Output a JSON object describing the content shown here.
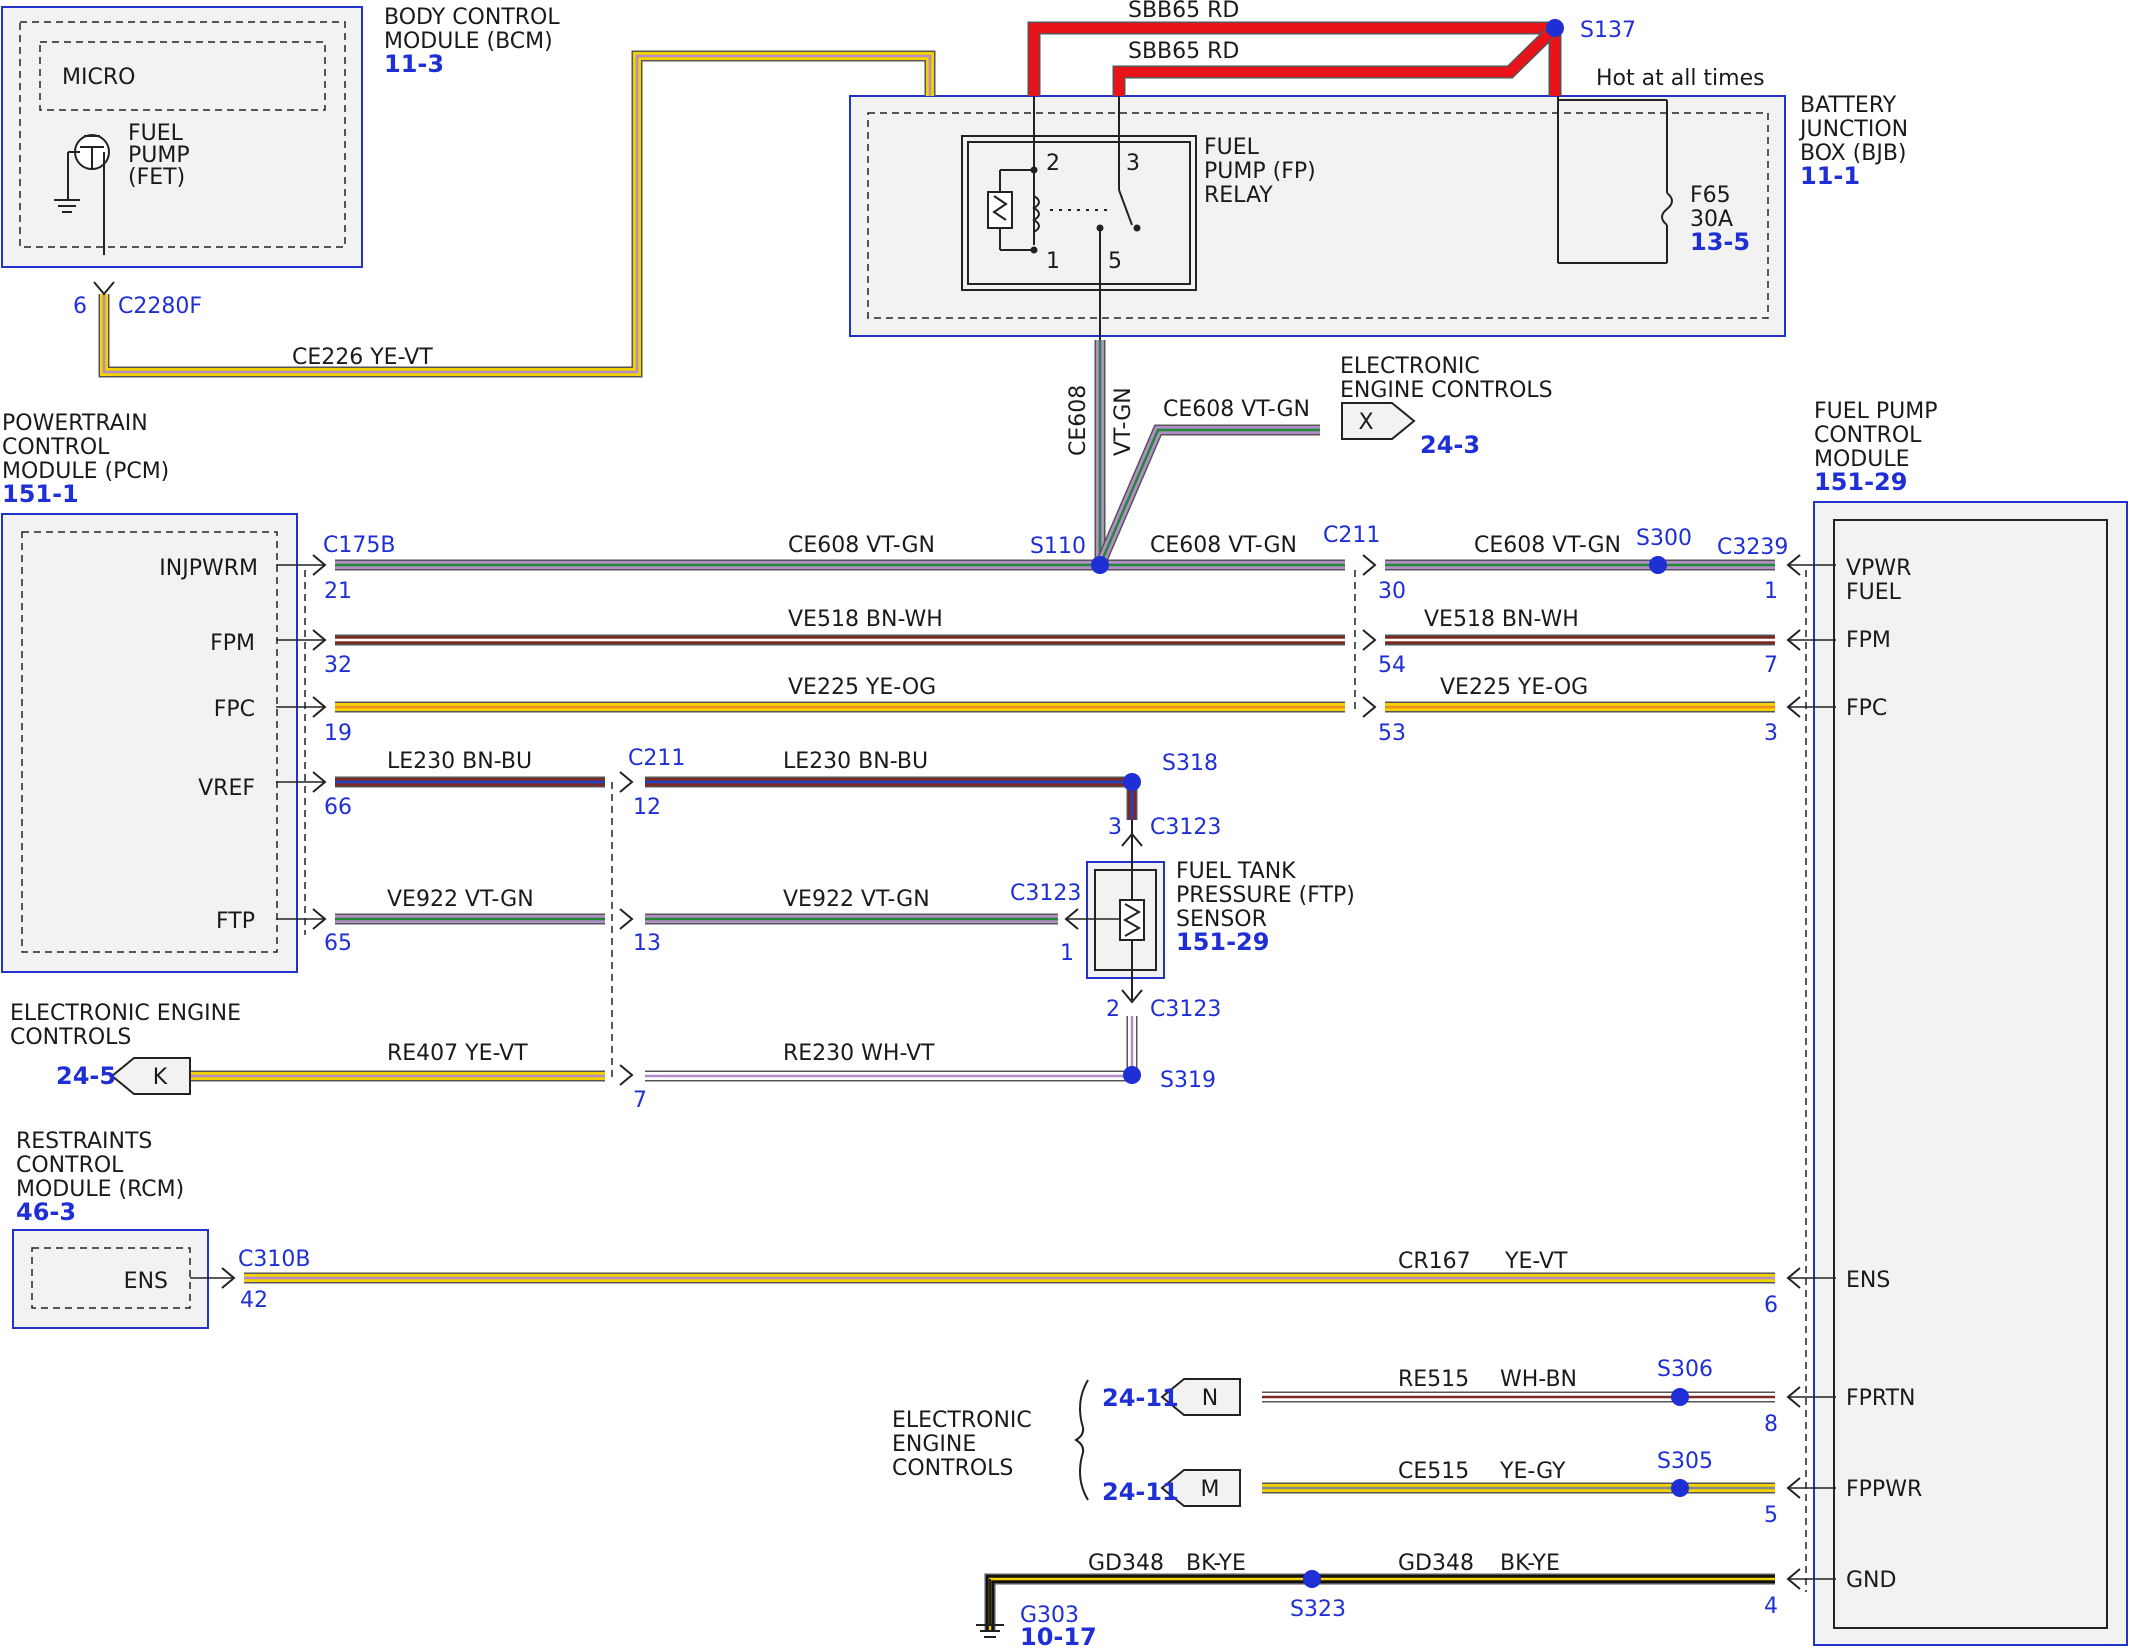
{
  "modules": {
    "bcm": {
      "lines": [
        "BODY CONTROL",
        "MODULE (BCM)"
      ],
      "ref": "11-3",
      "micro": "MICRO",
      "fet": [
        "FUEL",
        "PUMP",
        "(FET)"
      ]
    },
    "bjb": {
      "lines": [
        "BATTERY",
        "JUNCTION",
        "BOX (BJB)"
      ],
      "ref": "11-1"
    },
    "relay": {
      "lines": [
        "FUEL",
        "PUMP (FP)",
        "RELAY"
      ],
      "pins": [
        "2",
        "3",
        "1",
        "5"
      ]
    },
    "fuse": {
      "lines": [
        "F65",
        "30A"
      ],
      "ref": "13-5"
    },
    "pcm": {
      "lines": [
        "POWERTRAIN",
        "CONTROL",
        "MODULE (PCM)"
      ],
      "ref": "151-1",
      "pins": [
        "INJPWRM",
        "FPM",
        "FPC",
        "VREF",
        "FTP"
      ]
    },
    "fpcm": {
      "lines": [
        "FUEL PUMP",
        "CONTROL",
        "MODULE"
      ],
      "ref": "151-29",
      "pins": [
        "VPWR",
        "FUEL",
        "FPM",
        "FPC",
        "ENS",
        "FPRTN",
        "FPPWR",
        "GND"
      ]
    },
    "ftp": {
      "lines": [
        "FUEL TANK",
        "PRESSURE (FTP)",
        "SENSOR"
      ],
      "ref": "151-29"
    },
    "rcm": {
      "lines": [
        "RESTRAINTS",
        "CONTROL",
        "MODULE (RCM)"
      ],
      "ref": "46-3",
      "pin": "ENS"
    },
    "eec_x": {
      "lines": [
        "ELECTRONIC",
        "ENGINE CONTROLS"
      ],
      "tag": "X",
      "ref": "24-3"
    },
    "eec_k": {
      "lines": [
        "ELECTRONIC ENGINE",
        "CONTROLS"
      ],
      "tag": "K",
      "ref": "24-5"
    },
    "eec_nm": {
      "lines": [
        "ELECTRONIC",
        "ENGINE",
        "CONTROLS"
      ],
      "tag_n": "N",
      "tag_m": "M",
      "ref_n": "24-11",
      "ref_m": "24-11"
    },
    "ground": {
      "name": "G303",
      "ref": "10-17"
    }
  },
  "hot_label": "Hot at all times",
  "wires": {
    "sbb65_top": "SBB65  RD",
    "sbb65_low": "SBB65  RD",
    "ce226": "CE226  YE-VT",
    "ce608_vert_a": "CE608",
    "ce608_vert_b": "VT-GN",
    "ce608_diag": "CE608  VT-GN",
    "ce608_a": "CE608  VT-GN",
    "ce608_b": "CE608  VT-GN",
    "ce608_c": "CE608  VT-GN",
    "ve518_a": "VE518  BN-WH",
    "ve518_b": "VE518  BN-WH",
    "ve225_a": "VE225  YE-OG",
    "ve225_b": "VE225  YE-OG",
    "le230_a": "LE230  BN-BU",
    "le230_b": "LE230  BN-BU",
    "ve922_a": "VE922  VT-GN",
    "ve922_b": "VE922  VT-GN",
    "re407": "RE407  YE-VT",
    "re230": "RE230  WH-VT",
    "cr167": "CR167",
    "cr167_c": "YE-VT",
    "re515": "RE515",
    "re515_c": "WH-BN",
    "ce515": "CE515",
    "ce515_c": "YE-GY",
    "gd348_a": "GD348",
    "gd348_a_c": "BK-YE",
    "gd348_b": "GD348",
    "gd348_b_c": "BK-YE"
  },
  "connectors": {
    "c2280f": "C2280F",
    "c175b": "C175B",
    "c211_a": "C211",
    "c211_b": "C211",
    "c3239": "C3239",
    "c3123_a": "C3123",
    "c3123_b": "C3123",
    "c3123_c": "C3123",
    "c310b": "C310B"
  },
  "splices": {
    "s137": "S137",
    "s110": "S110",
    "s300": "S300",
    "s318": "S318",
    "s319": "S319",
    "s306": "S306",
    "s305": "S305",
    "s323": "S323"
  },
  "pins": {
    "c2280f": "6",
    "pcm": [
      "21",
      "32",
      "19",
      "66",
      "65"
    ],
    "c211_right": [
      "30",
      "54",
      "53"
    ],
    "c211_left": [
      "12",
      "13",
      "7"
    ],
    "fpcm": [
      "1",
      "7",
      "3",
      "6",
      "8",
      "5",
      "4"
    ],
    "ftp": [
      "3",
      "1",
      "2"
    ],
    "rcm": "42"
  },
  "colors": {
    "border": "#2233cc",
    "pin_text": "#1f2fd6",
    "box_fill": "#f2f2f2",
    "rd": "#e8141a",
    "ye": "#f2d200",
    "vt": "#b48cc8",
    "gn": "#1e8a34",
    "bn": "#7a2a22",
    "wh": "#ffffff",
    "bu": "#2040d0",
    "og": "#f08a18",
    "bk": "#111111",
    "gy": "#888888"
  }
}
